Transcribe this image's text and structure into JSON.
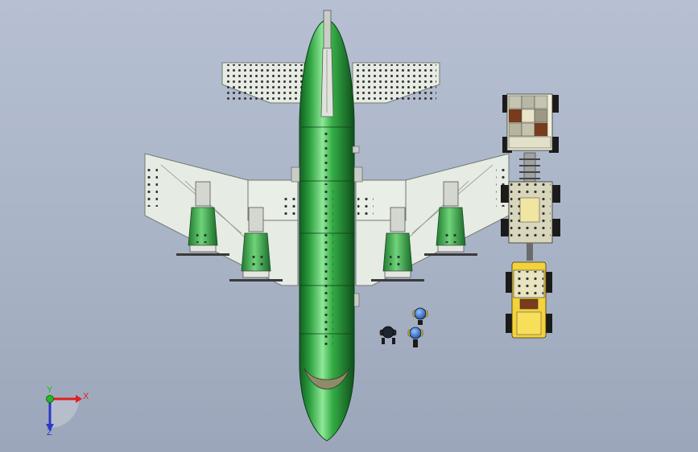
{
  "triad": {
    "x_label": "X",
    "y_label": "Y",
    "z_label": "Z",
    "x_color": "#e0201c",
    "y_color": "#22b822",
    "z_color": "#2a38c8"
  },
  "colors": {
    "fuselage": "#2a9d3c",
    "fuselage_light": "#7fe08a",
    "fuselage_dark": "#135e22",
    "wing": "#e6ebe3",
    "wing_edge": "#6f7a70",
    "tug_yellow": "#f3d23a",
    "cargo_brown": "#7a3b1d",
    "crew_blue": "#2a6fd6"
  },
  "icons": {
    "aircraft": "aircraft-model",
    "cart": "baggage-cart",
    "tug": "tow-tractor",
    "crew": "ground-crew-figure"
  }
}
